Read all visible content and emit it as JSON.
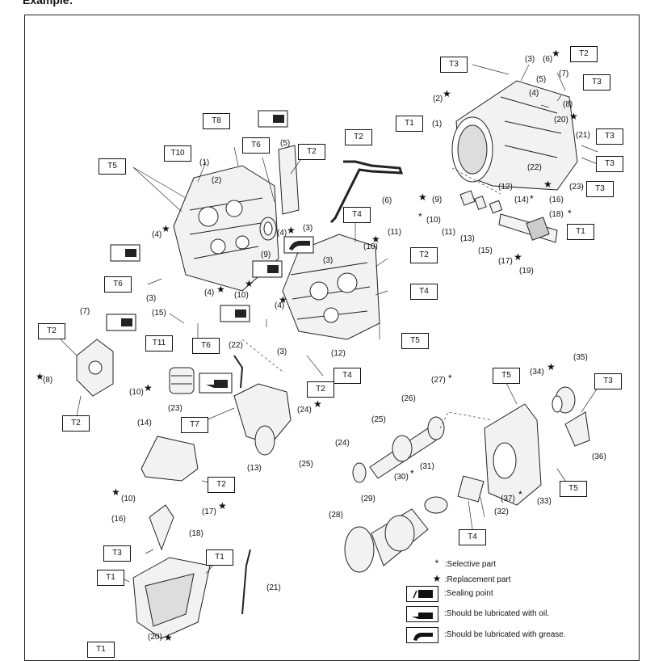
{
  "heading": "Example:",
  "torque_labels": [
    {
      "text": "T3"
    },
    {
      "text": "T2"
    },
    {
      "text": "T3"
    },
    {
      "text": "T1"
    },
    {
      "text": "T3"
    },
    {
      "text": "T3"
    },
    {
      "text": "T3"
    },
    {
      "text": "T1"
    },
    {
      "text": "T8"
    },
    {
      "text": "T6"
    },
    {
      "text": "T2"
    },
    {
      "text": "T10"
    },
    {
      "text": "T5"
    },
    {
      "text": "T2"
    },
    {
      "text": "T4"
    },
    {
      "text": "T2"
    },
    {
      "text": "T4"
    },
    {
      "text": "T5"
    },
    {
      "text": "T6"
    },
    {
      "text": "T2"
    },
    {
      "text": "T11"
    },
    {
      "text": "T6"
    },
    {
      "text": "T2"
    },
    {
      "text": "T4"
    },
    {
      "text": "T2"
    },
    {
      "text": "T7"
    },
    {
      "text": "T5"
    },
    {
      "text": "T3"
    },
    {
      "text": "T5"
    },
    {
      "text": "T2"
    },
    {
      "text": "T4"
    },
    {
      "text": "T3"
    },
    {
      "text": "T1"
    },
    {
      "text": "T1"
    },
    {
      "text": "T1"
    }
  ],
  "part_labels": [
    "(3)",
    "(6)",
    "(7)",
    "(5)",
    "(4)",
    "(8)",
    "(20)",
    "(2)",
    "(1)",
    "(21)",
    "(22)",
    "(23)",
    "(12)",
    "(14)",
    "(16)",
    "(9)",
    "(10)",
    "(11)",
    "(13)",
    "(18)",
    "(15)",
    "(17)",
    "(19)",
    "(1)",
    "(2)",
    "(5)",
    "(3)",
    "(6)",
    "(4)",
    "(4)",
    "(9)",
    "(3)",
    "(10)",
    "(11)",
    "(3)",
    "(10)",
    "(4)",
    "(4)",
    "(15)",
    "(3)",
    "(12)",
    "(7)",
    "(8)",
    "(10)",
    "(22)",
    "(23)",
    "(24)",
    "(13)",
    "(25)",
    "(14)",
    "(10)",
    "(16)",
    "(17)",
    "(18)",
    "(21)",
    "(20)",
    "(27)",
    "(26)",
    "(25)",
    "(24)",
    "(30)",
    "(31)",
    "(28)",
    "(29)",
    "(34)",
    "(35)",
    "(36)",
    "(33)",
    "(37)",
    "(32)"
  ],
  "legend": {
    "selective_symbol": "*",
    "selective_text": ":Selective part",
    "replacement_symbol": "★",
    "replacement_text": ":Replacement part",
    "sealing_text": ":Sealing point",
    "oil_text": ":Should be lubricated with oil.",
    "grease_text": ":Should be lubricated with grease."
  },
  "colors": {
    "line": "#222222",
    "part_fill": "#f2f2f2",
    "shade": "#6b6b6b"
  },
  "icons": [
    "sealing-point-icon",
    "oil-lubrication-icon",
    "grease-lubrication-icon"
  ]
}
